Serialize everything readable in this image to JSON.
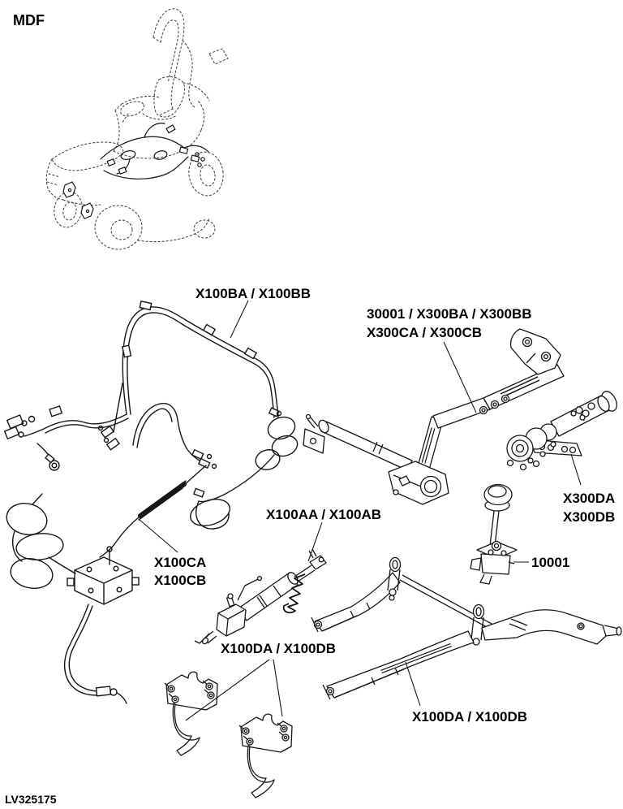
{
  "header": {
    "model_code": "MDF"
  },
  "footer": {
    "drawing_number": "LV325175"
  },
  "callouts": {
    "harness_main": "X100BA / X100BB",
    "lift_linkage_line1": "30001 / X300BA / X300BB",
    "lift_linkage_line2": "X300CA / X300CB",
    "lift_rod": "X100AA / X100AB",
    "gearbox_line1": "X300DA",
    "gearbox_line2": "X300DB",
    "harness_branch_line1": "X100CA",
    "harness_branch_line2": "X100CB",
    "lever": "10001",
    "mount_brackets": "X100DA / X100DB",
    "hitch": "X100DA / X100DB"
  },
  "colors": {
    "line": "#161616",
    "ghost_line": "#4a4a4a",
    "background": "#ffffff"
  }
}
